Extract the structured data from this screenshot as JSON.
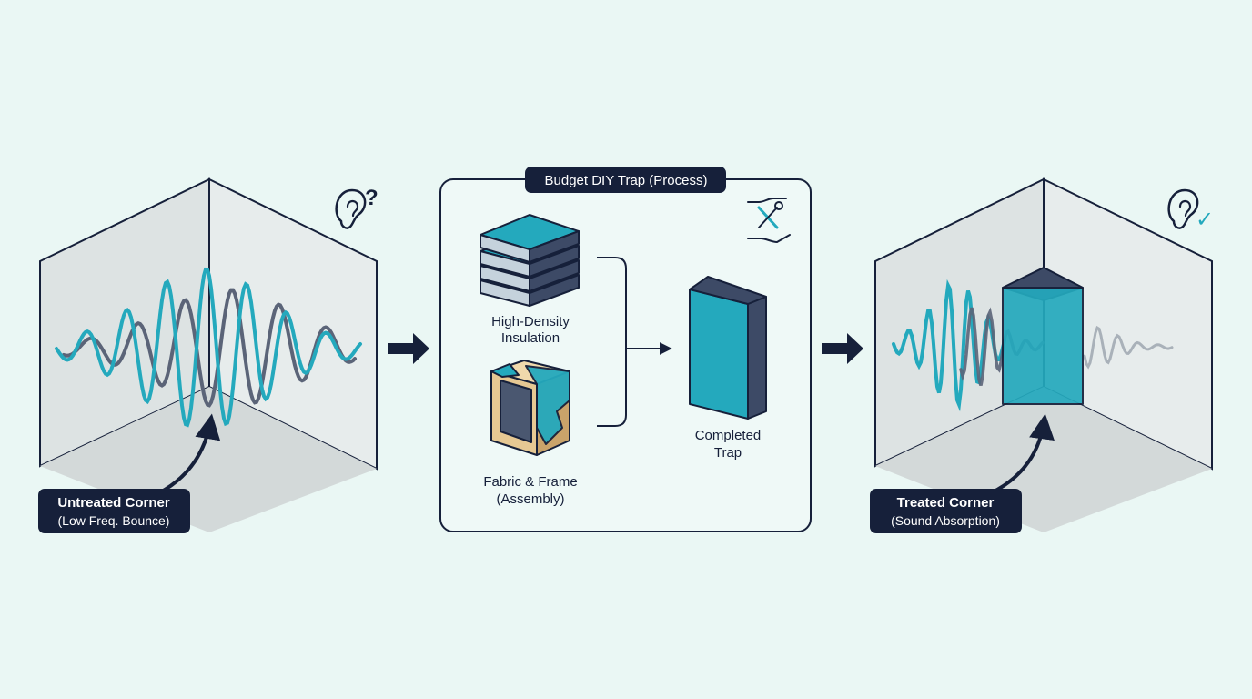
{
  "colors": {
    "background": "#eaf7f4",
    "navy": "#16203a",
    "teal": "#24a9bd",
    "slate": "#5b6478",
    "wall_left": "#dde3e3",
    "wall_right": "#e7ecec",
    "floor": "#d3d9d9"
  },
  "left_panel": {
    "label_title": "Untreated Corner",
    "label_subtitle": "(Low Freq. Bounce)",
    "icon": "ear-question-icon",
    "icon_glyph": "?"
  },
  "process_panel": {
    "title": "Budget DIY Trap (Process)",
    "icon": "tools-hands-icon",
    "insulation_line1": "High-Density",
    "insulation_line2": "Insulation",
    "frame_line1": "Fabric & Frame",
    "frame_line2": "(Assembly)",
    "trap_line1": "Completed",
    "trap_line2": "Trap"
  },
  "right_panel": {
    "label_title": "Treated Corner",
    "label_subtitle": "(Sound Absorption)",
    "icon": "ear-check-icon",
    "icon_glyph": "✓"
  }
}
